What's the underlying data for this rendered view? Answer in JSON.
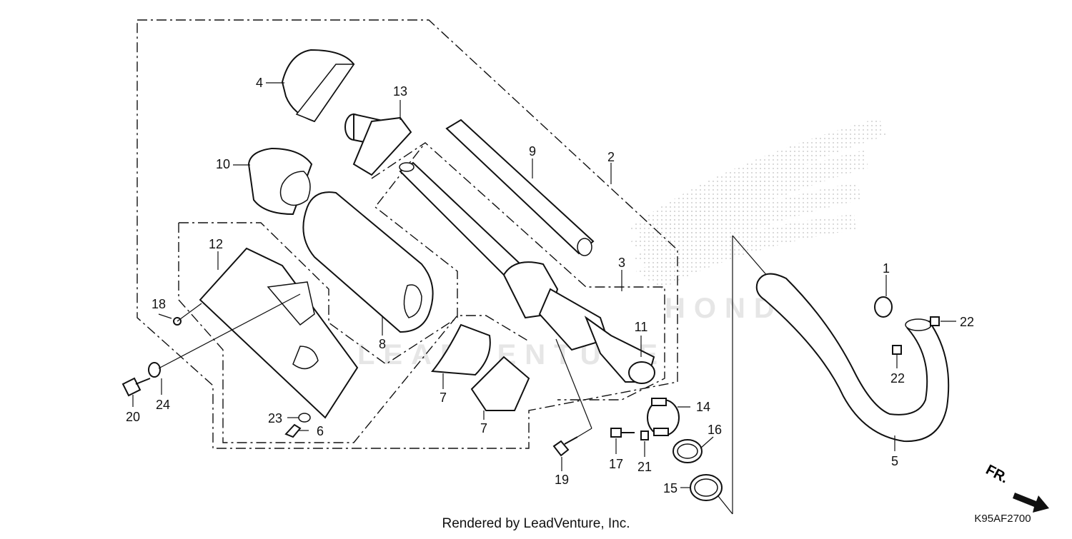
{
  "watermark": {
    "brand_text": "HONDA",
    "dealer_text": "LEADVENTURE"
  },
  "callouts": [
    {
      "id": "1",
      "label": "1"
    },
    {
      "id": "2",
      "label": "2"
    },
    {
      "id": "3",
      "label": "3"
    },
    {
      "id": "4",
      "label": "4"
    },
    {
      "id": "5",
      "label": "5"
    },
    {
      "id": "6",
      "label": "6"
    },
    {
      "id": "7a",
      "label": "7"
    },
    {
      "id": "7b",
      "label": "7"
    },
    {
      "id": "8",
      "label": "8"
    },
    {
      "id": "9",
      "label": "9"
    },
    {
      "id": "10",
      "label": "10"
    },
    {
      "id": "11",
      "label": "11"
    },
    {
      "id": "12",
      "label": "12"
    },
    {
      "id": "13",
      "label": "13"
    },
    {
      "id": "14",
      "label": "14"
    },
    {
      "id": "15",
      "label": "15"
    },
    {
      "id": "16",
      "label": "16"
    },
    {
      "id": "17",
      "label": "17"
    },
    {
      "id": "18",
      "label": "18"
    },
    {
      "id": "19",
      "label": "19"
    },
    {
      "id": "20",
      "label": "20"
    },
    {
      "id": "21",
      "label": "21"
    },
    {
      "id": "22a",
      "label": "22"
    },
    {
      "id": "22b",
      "label": "22"
    },
    {
      "id": "23",
      "label": "23"
    },
    {
      "id": "24",
      "label": "24"
    }
  ],
  "direction_indicator": {
    "label": "FR."
  },
  "footer": {
    "text": "Rendered by LeadVenture, Inc."
  },
  "diagram_code": "K95AF2700"
}
